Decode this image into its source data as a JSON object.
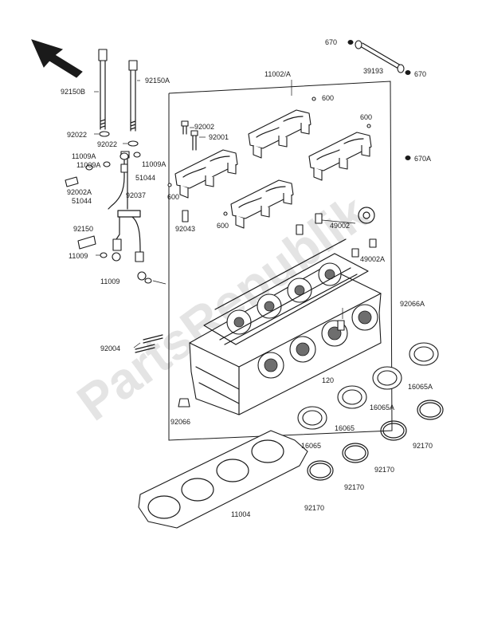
{
  "watermark": "PartsRepublik",
  "labels": {
    "l670a": "670",
    "l670b": "670",
    "l39193": "39193",
    "l92150b": "92150B",
    "l92150a": "92150A",
    "l11002a": "11002/A",
    "l600a": "600",
    "l600b": "600",
    "l670c": "670A",
    "l92022a": "92022",
    "l92022b": "92022",
    "l92002": "92002",
    "l92001": "92001",
    "l11009a1": "11009A",
    "l11009a2": "11009A",
    "l11009a3": "11009A",
    "l51044a": "51044",
    "l92002a": "92002A",
    "l51044b": "51044",
    "l92037": "92037",
    "l600c": "600",
    "l92043": "92043",
    "l600d": "600",
    "l49002": "49002",
    "l49002a": "49002A",
    "l92150": "92150",
    "l11009a": "11009",
    "l11009b": "11009",
    "l92066a": "92066A",
    "l92004": "92004",
    "l120": "120",
    "l16065a1": "16065A",
    "l16065a2": "16065A",
    "l16065a": "16065",
    "l16065b": "16065",
    "l92066": "92066",
    "l92170a": "92170",
    "l92170b": "92170",
    "l92170c": "92170",
    "l92170d": "92170",
    "l11004": "11004"
  }
}
